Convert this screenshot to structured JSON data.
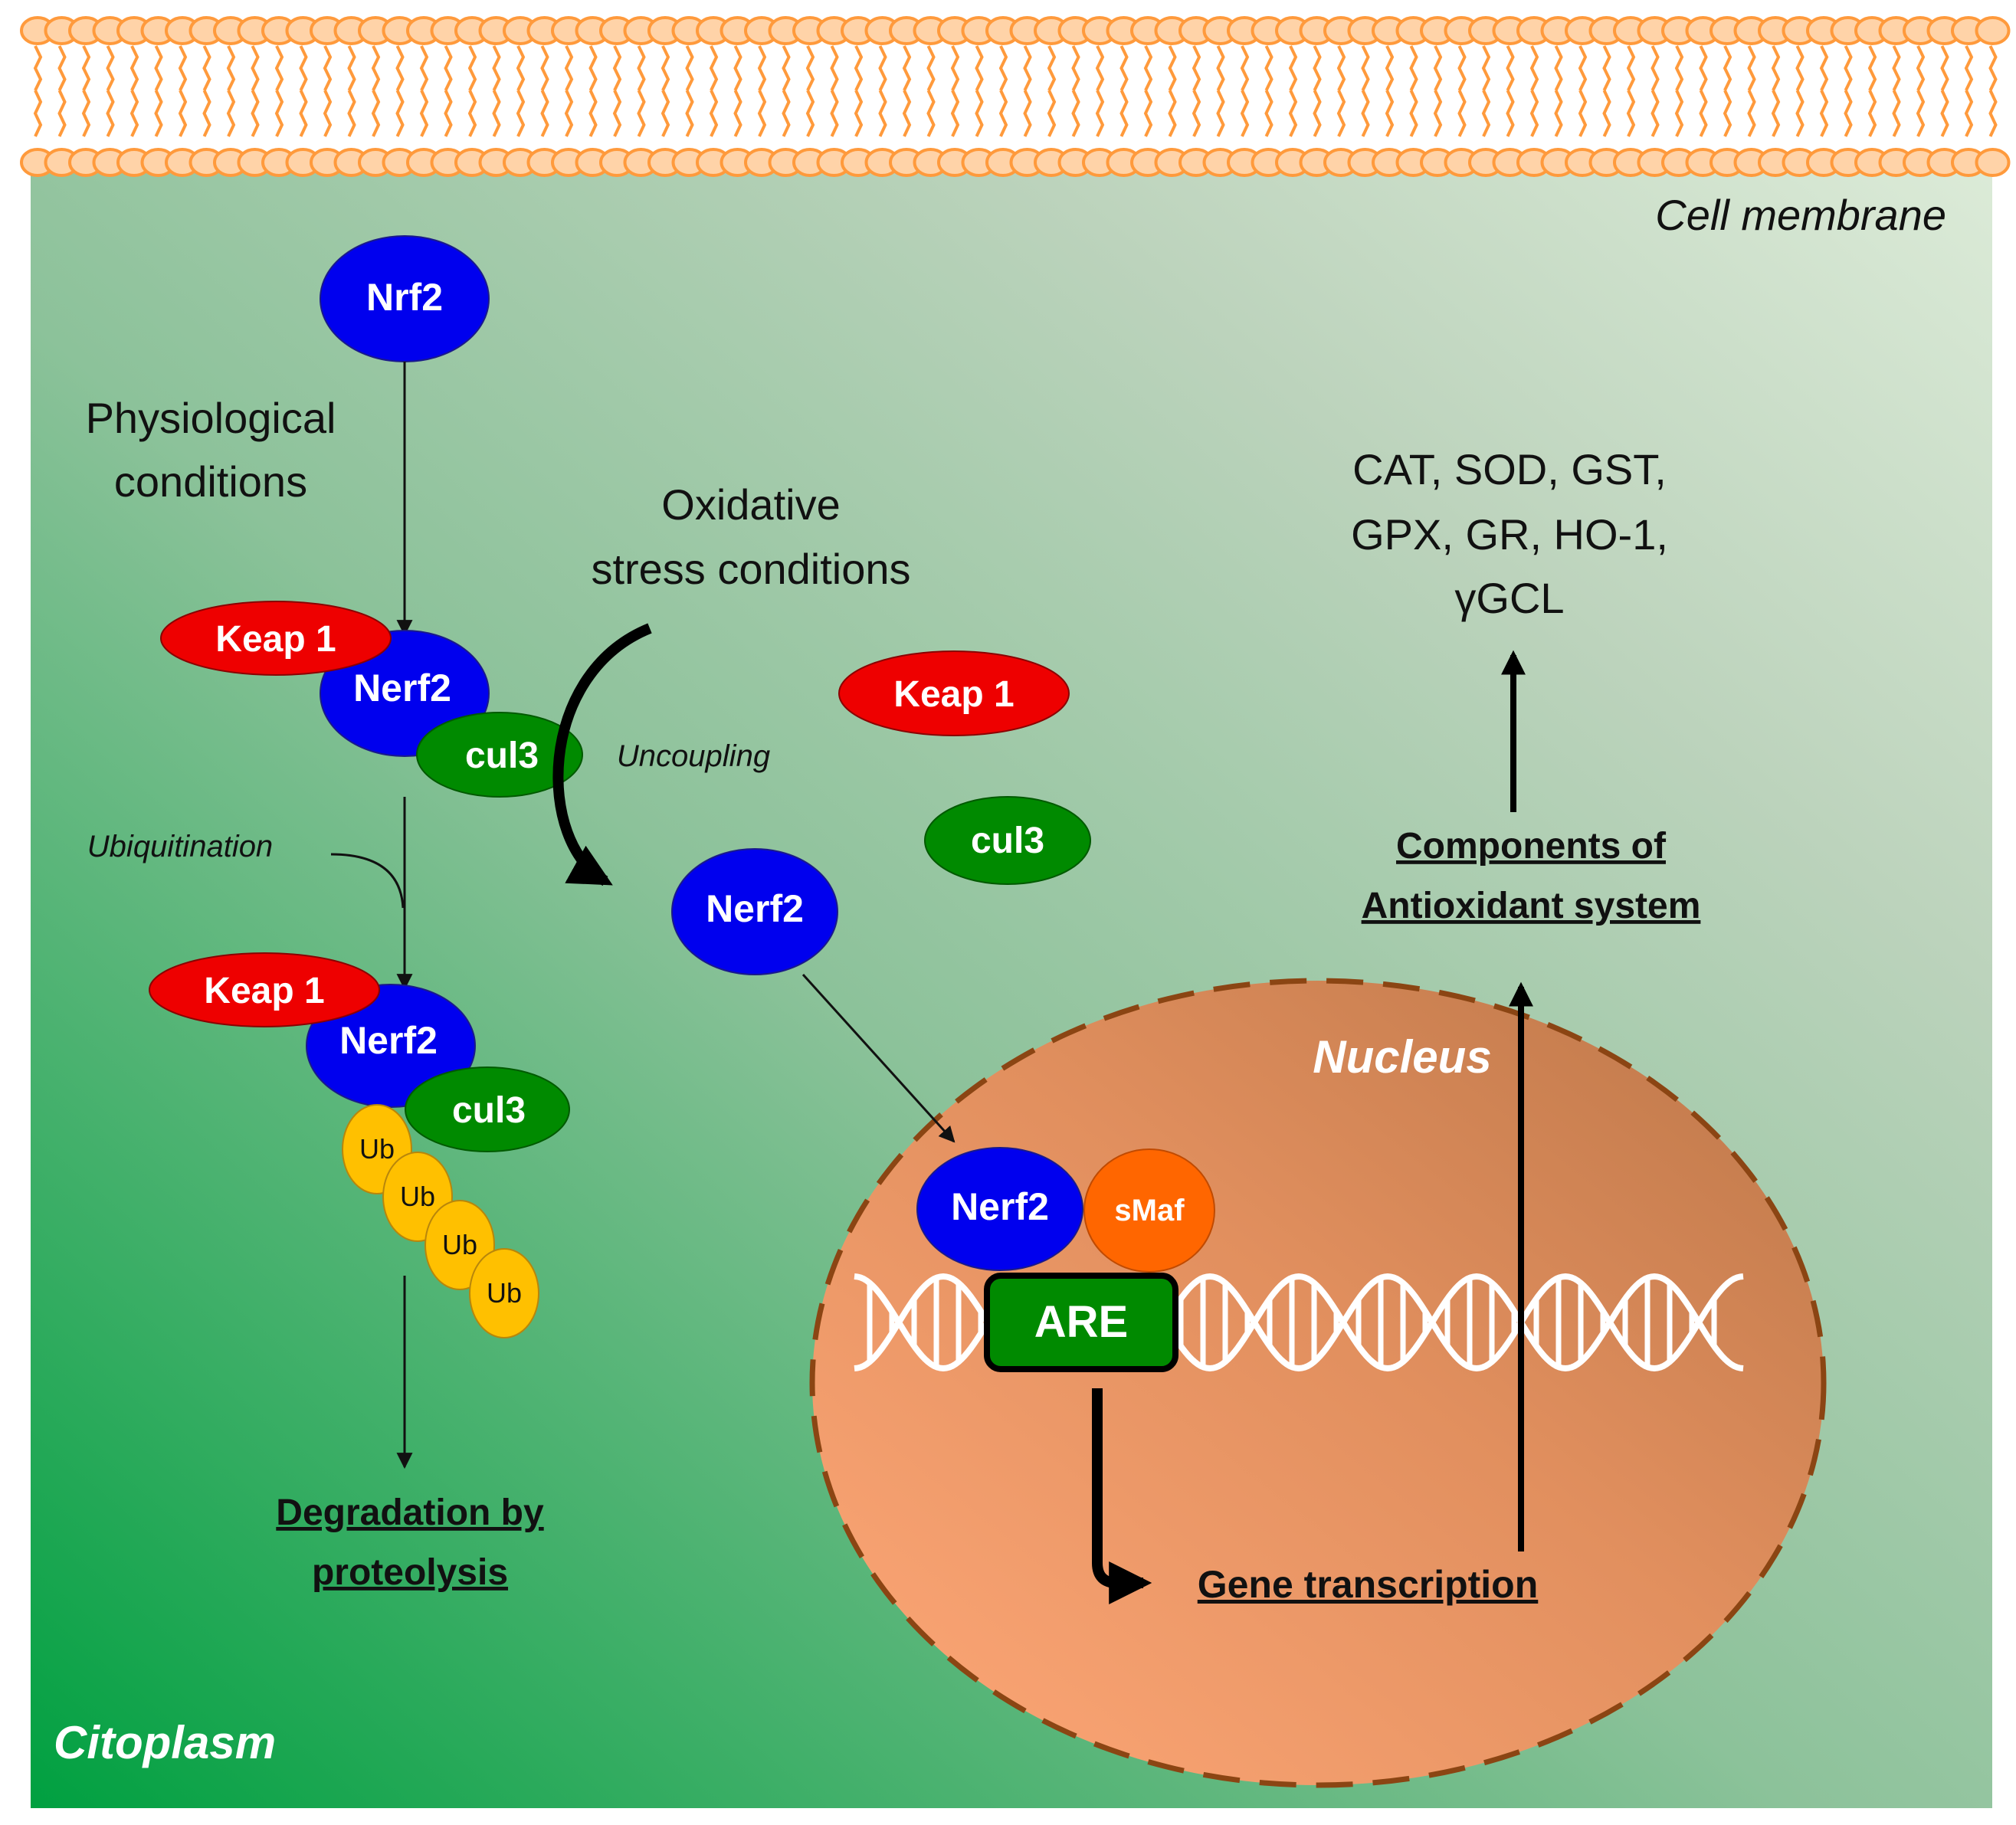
{
  "regions": {
    "membrane_label": "Cell membrane",
    "cytoplasm_label": "Citoplasm",
    "nucleus_label": "Nucleus"
  },
  "conditions": {
    "physiological": [
      "Physiological",
      "conditions"
    ],
    "oxidative": [
      "Oxidative",
      "stress  conditions"
    ]
  },
  "processes": {
    "ubiquitination": "Ubiquitination",
    "uncoupling": "Uncoupling",
    "degradation": [
      "Degradation by",
      "proteolysis"
    ],
    "gene_transcription": "Gene transcription",
    "antioxidant": [
      "Components of",
      "Antioxidant system"
    ]
  },
  "enzymes": [
    "CAT, SOD, GST,",
    "GPX, GR, HO-1,",
    "γGCL"
  ],
  "molecules": {
    "nrf2": "Nrf2",
    "nerf2": "Nerf2",
    "keap1": "Keap 1",
    "cul3": "cul3",
    "ub": "Ub",
    "smaf": "sMaf",
    "are": "ARE"
  },
  "colors": {
    "nrf2": "#0000ee",
    "keap1": "#ee0000",
    "cul3": "#008a00",
    "ub": "#ffc000",
    "smaf": "#ff6600",
    "are": "#008a00",
    "membrane": "#ff9a3c",
    "cytoplasm_dark": "#00a040",
    "cytoplasm_light": "#dcebd8",
    "nucleus_light": "#ffa878",
    "nucleus_dark": "#c07a50",
    "nucleus_border": "#8b4513"
  }
}
